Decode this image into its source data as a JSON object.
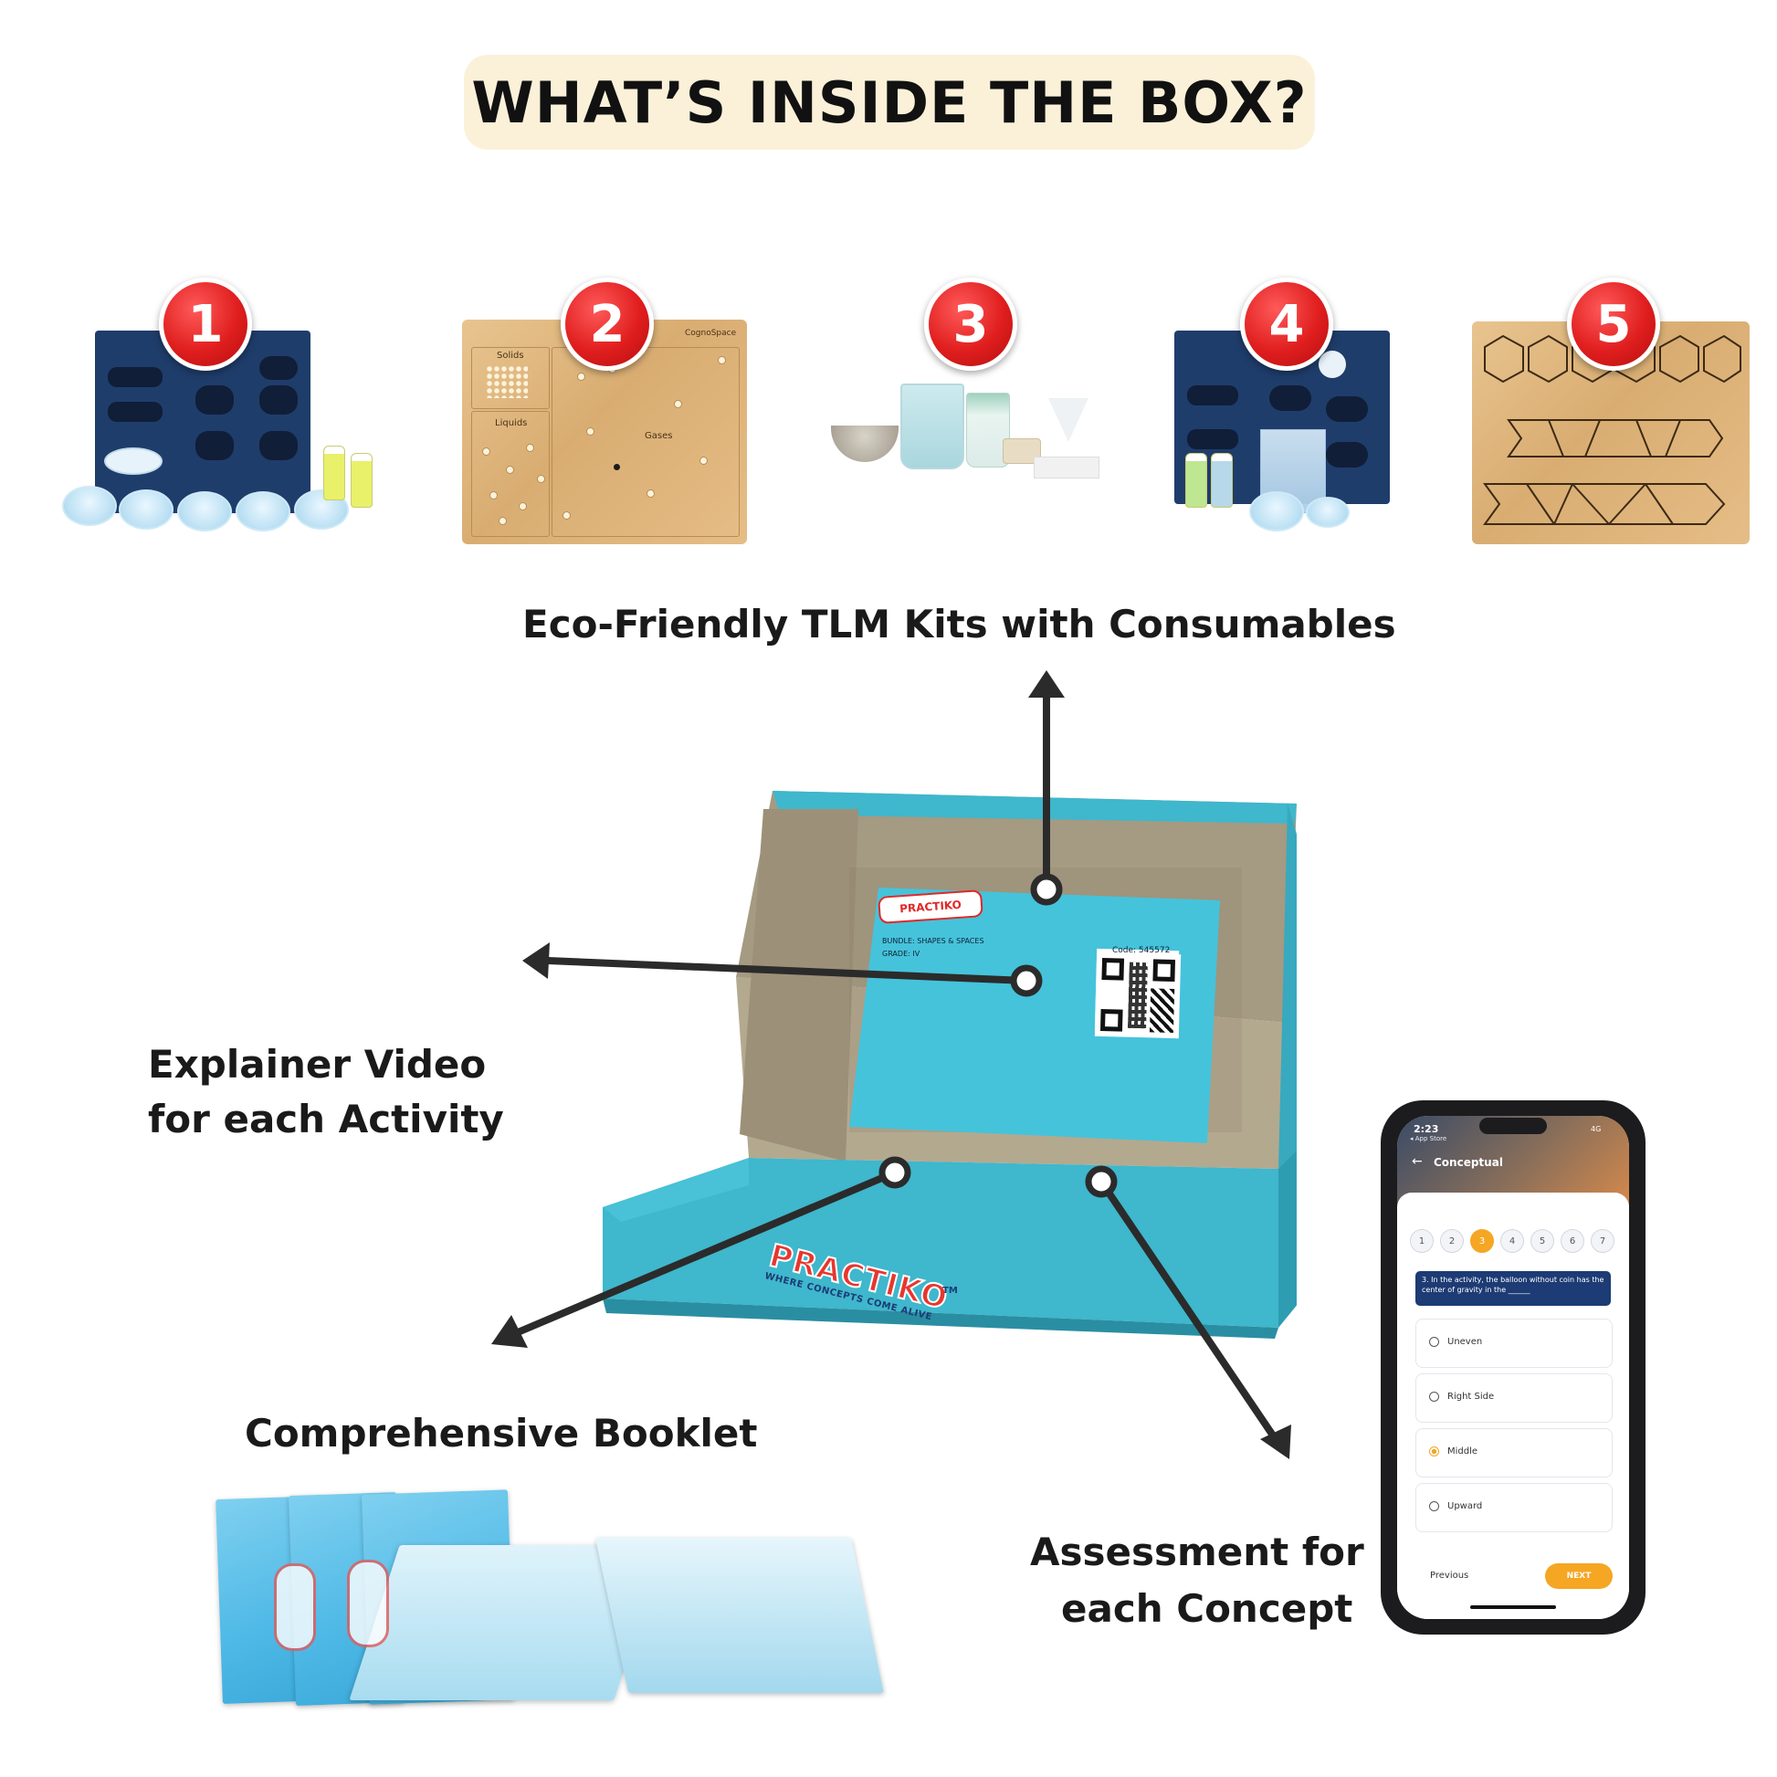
{
  "heading": "WHAT’S INSIDE THE BOX?",
  "kit_badges": [
    "1",
    "2",
    "3",
    "4",
    "5"
  ],
  "kit2_board_labels": {
    "solids": "Solids",
    "liquids": "Liquids",
    "gases": "Gases",
    "brand": "CognoSpace"
  },
  "callouts": {
    "tlm_kits": "Eco-Friendly TLM Kits with Consumables",
    "explainer_video_line1": "Explainer Video",
    "explainer_video_line2": "for each Activity",
    "booklet": "Comprehensive Booklet",
    "assessment_line1": "Assessment for",
    "assessment_line2": "each Concept"
  },
  "box": {
    "brand": "PRACTIKO",
    "trademark": "TM",
    "tagline": "WHERE CONCEPTS COME ALIVE",
    "insert_code": "Code: 545572",
    "insert_bundle": "BUNDLE: SHAPES & SPACES",
    "insert_grade": "GRADE: IV"
  },
  "phone": {
    "time": "2:23",
    "back_to": "◂ App Store",
    "network": "4G",
    "screen_title": "Conceptual",
    "question_numbers": [
      "1",
      "2",
      "3",
      "4",
      "5",
      "6",
      "7"
    ],
    "active_question": 3,
    "question_text": "3. In the activity, the balloon without coin has the center of gravity in the ______",
    "options": [
      "Uneven",
      "Right Side",
      "Middle",
      "Upward"
    ],
    "selected_option": "Middle",
    "previous_label": "Previous",
    "next_label": "NEXT"
  },
  "colors": {
    "title_pill": "#fbf1d9",
    "badge_red": "#e01e1e",
    "box_teal": "#3fb7cc",
    "arrow": "#2b2b2b",
    "phone_accent": "#f5a623",
    "question_bar": "#1d3b74"
  }
}
